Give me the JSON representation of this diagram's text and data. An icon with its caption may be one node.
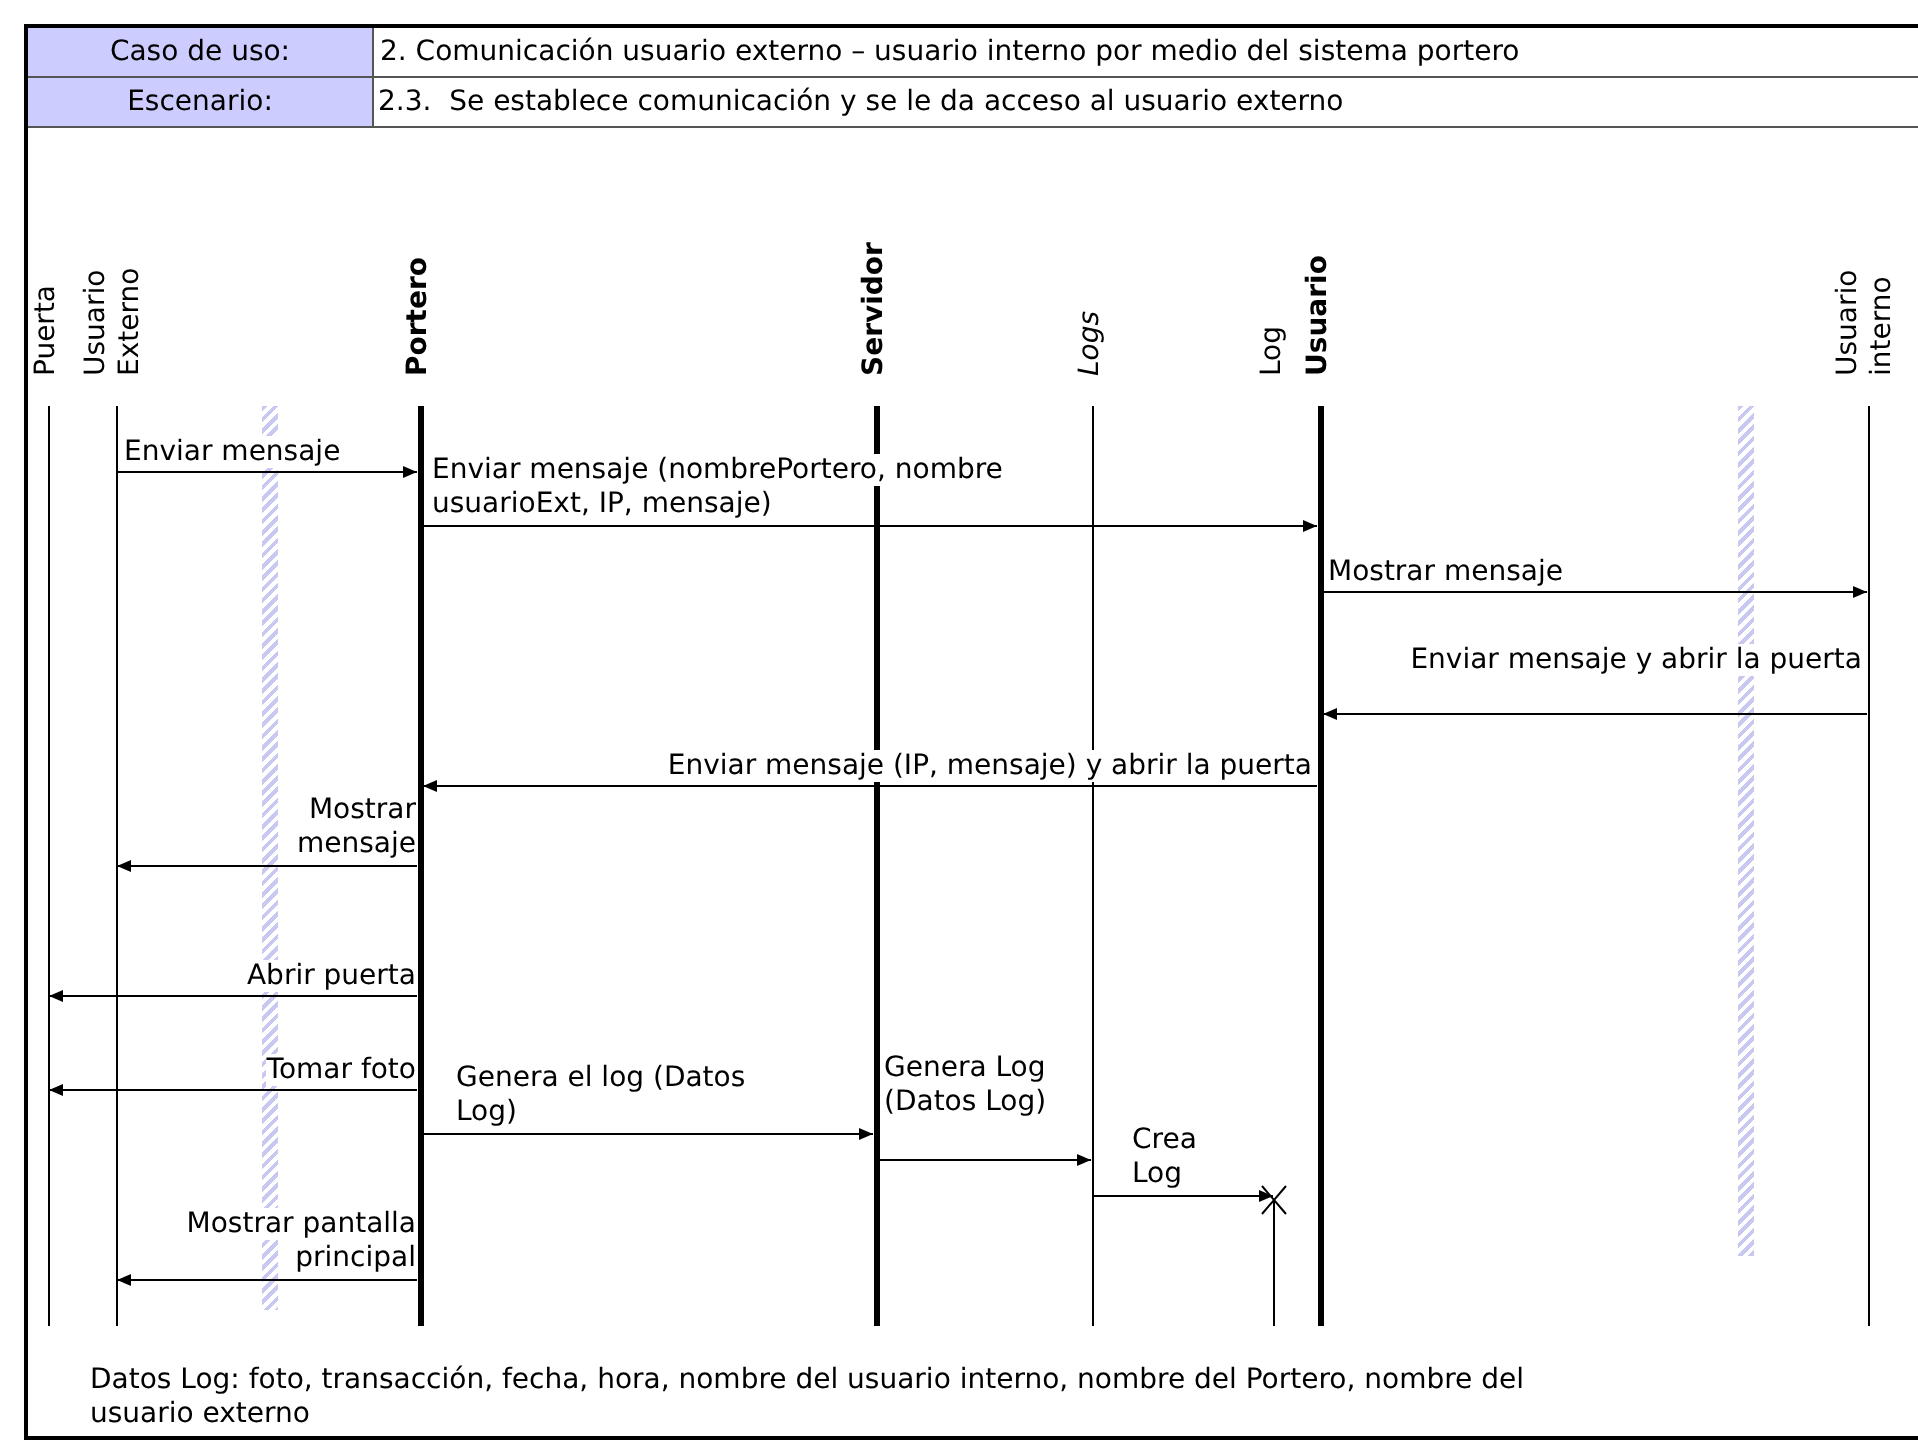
{
  "diagram": {
    "nodes": [
      {
        "text": [
          "Puerta"
        ]
      },
      {
        "text": [
          "Usuario Externo"
        ]
      },
      {
        "text": [
          "Portero"
        ]
      },
      {
        "text": [
          "Servidor"
        ]
      },
      {
        "text": [
          "Logs"
        ]
      },
      {
        "text": [],
        "shape": "bar"
      },
      {
        "text": [
          "Usuario"
        ]
      },
      {
        "text": [
          "Usuario interno"
        ]
      }
    ],
    "edges": [
      {
        "from": 1,
        "to": 2,
        "arrow": "to",
        "label": "Enviar mensaje"
      },
      {
        "from": 2,
        "to": 6,
        "arrow": "to",
        "label": "Enviar mensaje (nombrePortero, nombre usuarioExt, IP, mensaje)"
      },
      {
        "from": 6,
        "to": 7,
        "arrow": "to",
        "label": "Mostrar mensaje"
      },
      {
        "from": 7,
        "to": 6,
        "arrow": "to",
        "label": "Enviar mensaje y abrir la puerta"
      },
      {
        "from": 6,
        "to": 2,
        "arrow": "to",
        "label": "Enviar mensaje (IP, mensaje) y abrir la puerta"
      },
      {
        "from": 2,
        "to": 1,
        "arrow": "to",
        "label": "Mostrar mensaje"
      },
      {
        "from": 2,
        "to": 0,
        "arrow": "to",
        "label": "Abrir puerta"
      },
      {
        "from": 2,
        "to": 0,
        "arrow": "to",
        "label": "Tomar foto"
      },
      {
        "from": 2,
        "to": 3,
        "arrow": "to",
        "label": "Genera el log (Datos Log)"
      },
      {
        "from": 3,
        "to": 4,
        "arrow": "to",
        "label": "Genera Log (Datos Log)"
      },
      {
        "from": 4,
        "to": 5,
        "arrow": "to",
        "label": "Crea Log"
      },
      {
        "from": 2,
        "to": 1,
        "arrow": "to",
        "label": "Mostrar pantalla principal"
      }
    ],
    "labels": [
      "Caso de uso:",
      "2. Comunicación usuario externo – usuario interno por medio del sistema portero",
      "Escenario:",
      "2.3.  Se establece comunicación y se le da acceso al usuario externo",
      "Log",
      "Datos Log: foto, transacción, fecha, hora, nombre del usuario interno, nombre del Portero, nombre del usuario externo"
    ]
  }
}
